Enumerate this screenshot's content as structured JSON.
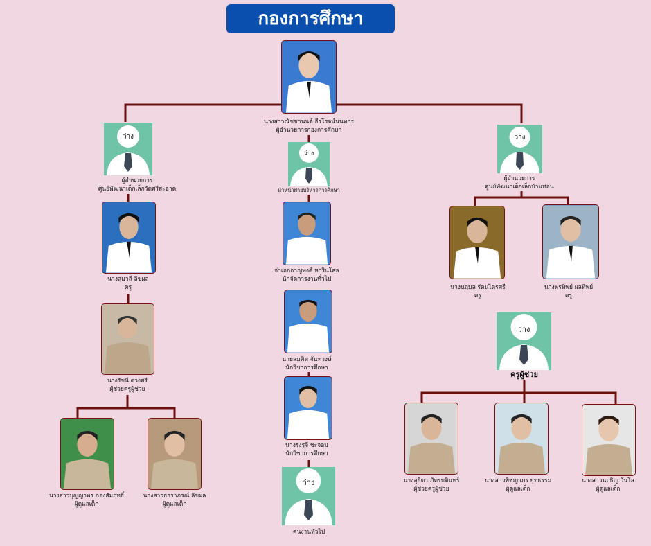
{
  "title": "กองการศึกษา",
  "vacant_label": "ว่าง",
  "director": {
    "name": "นางสาวณัชชานนต์ ธีรโรจน์นนทกร",
    "role": "ผู้อำนวยการกองการศึกษา"
  },
  "left_center": {
    "role_line1": "ผู้อำนวยการ",
    "role_line2": "ศูนย์พัฒนาเด็กเล็กวัดศรีสะอาด"
  },
  "left_teacher": {
    "name": "นางสุมาลี ลิขผล",
    "role": "ครู"
  },
  "left_assistant": {
    "name": "นางรัชนี ดวงศรี",
    "role": "ผู้ช่วยครูผู้ช่วย"
  },
  "left_caretakers": [
    {
      "name": "นางสาวบุญญาพร กองสัมฤทธิ์",
      "role": "ผู้ดูแลเด็ก"
    },
    {
      "name": "นางสาวธาราภรณ์ ลิขผล",
      "role": "ผู้ดูแลเด็ก"
    }
  ],
  "mid_head": {
    "role": "หัวหน้าฝ่ายบริหารการศึกษา"
  },
  "mid_staff": [
    {
      "name": "จ่าเอกกาญพงศ์ หารินโสล",
      "role": "นักจัดการงานทั่วไป"
    },
    {
      "name": "นายสมคิด จันทวงษ์",
      "role": "นักวิชาการศึกษา"
    },
    {
      "name": "นางรุ่งรุจี ชะจอม",
      "role": "นักวิชาการศึกษา"
    }
  ],
  "mid_worker": {
    "role": "คนงานทั่วไป"
  },
  "right_center": {
    "role_line1": "ผู้อำนวยการ",
    "role_line2": "ศูนย์พัฒนาเด็กเล็กบ้านท่อน"
  },
  "right_teachers": [
    {
      "name": "นางนฤมล  รัตนไตรศรี",
      "role": "ครู"
    },
    {
      "name": "นางพรทิพย์ ผลทิพย์",
      "role": "ครู"
    }
  ],
  "right_assistant_head": {
    "role": "ครูผู้ช่วย"
  },
  "right_assistants": [
    {
      "name": "นางสุธิดา ภัทรบดินทร์",
      "role": "ผู้ช่วยครูผู้ช่วย"
    },
    {
      "name": "นางสาวพิชญาภร ยุทธรรม",
      "role": "ผู้ดูแลเด็ก"
    },
    {
      "name": "นางสาวนฤธิญ วันโส",
      "role": "ผู้ดูแลเด็ก"
    }
  ],
  "colors": {
    "background": "#f0d7e2",
    "title_bg": "#0a4fae",
    "line": "#6b0f0f",
    "vacant_bg": "#6fc3a7"
  }
}
